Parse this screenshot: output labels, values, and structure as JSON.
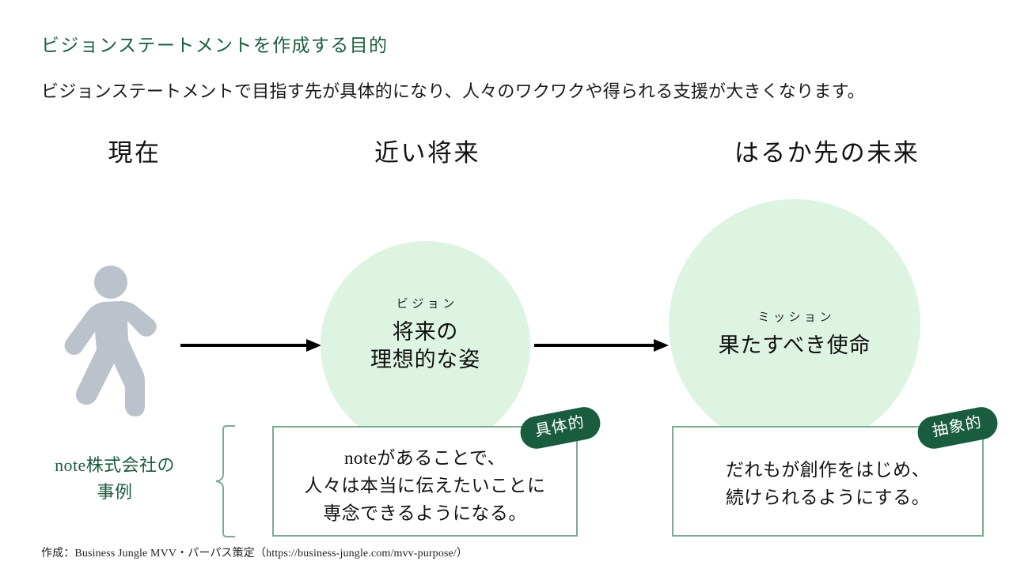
{
  "header": {
    "title": "ビジョンステートメントを作成する目的",
    "subtitle": "ビジョンステートメントで目指す先が具体的になり、人々のワクワクや得られる支援が大きくなります。",
    "title_color": "#1d5c3f"
  },
  "stages": {
    "now": "現在",
    "near_future": "近い将来",
    "far_future": "はるか先の未来"
  },
  "vision": {
    "kicker": "ビジョン",
    "line1": "将来の",
    "line2": "理想的な姿",
    "badge": "具体的",
    "statement_line1": "noteがあることで、",
    "statement_line2": "人々は本当に伝えたいことに",
    "statement_line3": "専念できるようになる。",
    "circle_color": "#ddf4e3"
  },
  "mission": {
    "kicker": "ミッション",
    "line1": "果たすべき使命",
    "badge": "抽象的",
    "statement_line1": "だれもが創作をはじめ、",
    "statement_line2": "続けられるようにする。",
    "circle_color": "#ddf4e3"
  },
  "example": {
    "label_line1": "note株式会社の",
    "label_line2": "事例",
    "label_color": "#1d5c3f"
  },
  "icons": {
    "person": "walking-person-icon",
    "arrow": "right-arrow-icon",
    "brace": "left-curly-brace-icon"
  },
  "colors": {
    "accent_green": "#1d5c3f",
    "badge_green": "#1a5c3f",
    "box_border": "#7ea991",
    "person_gray": "#bcc2cc",
    "arrow_black": "#000000"
  },
  "credit": "作成：Business Jungle MVV・パーパス策定（https://business-jungle.com/mvv-purpose/）"
}
